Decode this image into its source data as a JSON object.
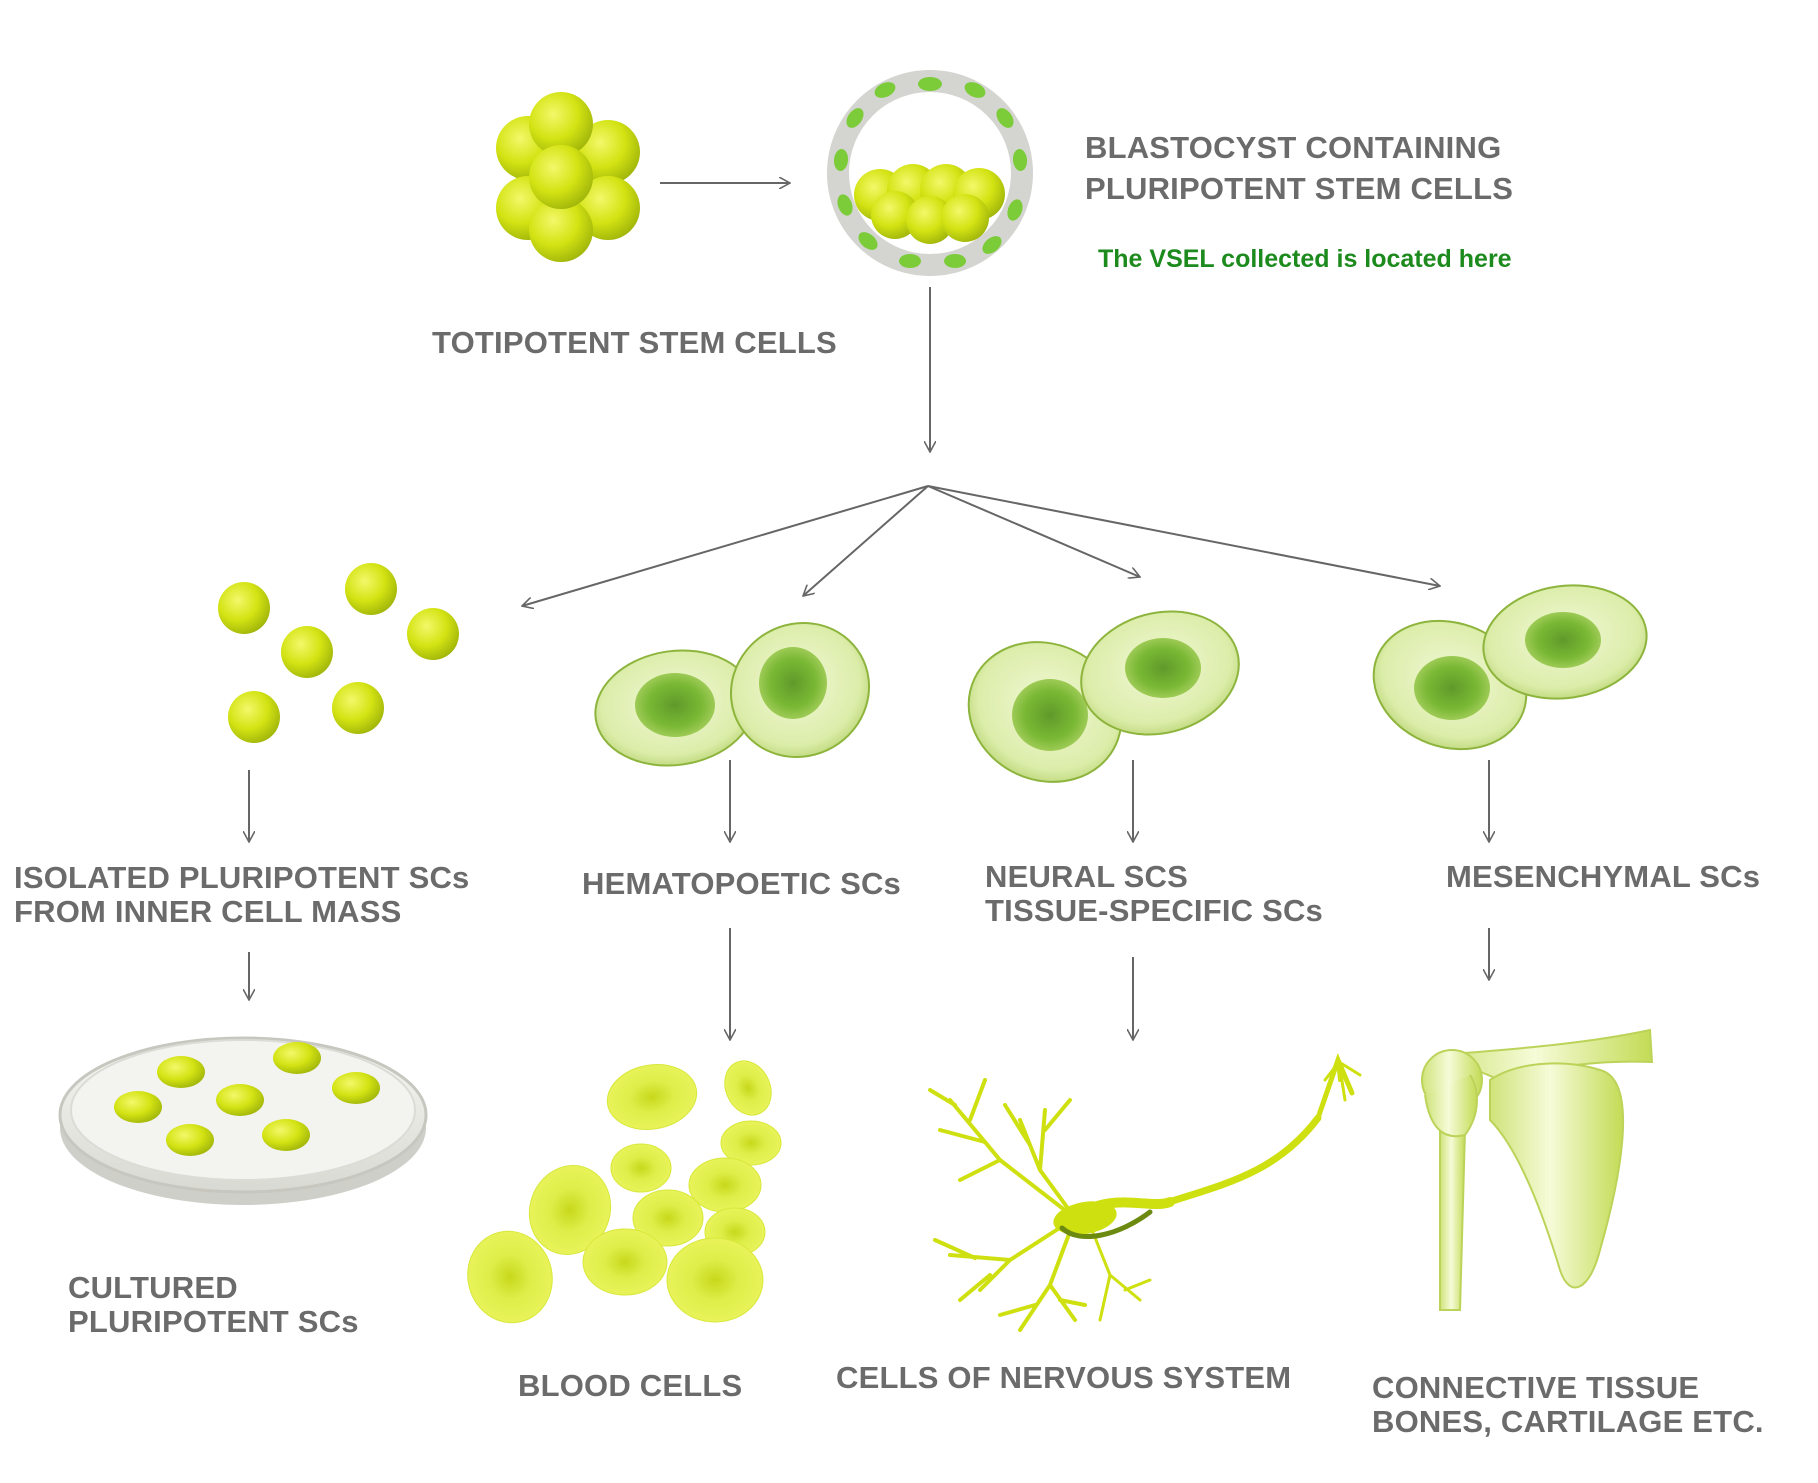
{
  "colors": {
    "cell_green": "#cfe010",
    "nucleus_green": "#58a82a",
    "arrow_gray": "#666666",
    "label_gray": "#6b6b6b",
    "note_green": "#1d8a1d"
  },
  "labels": {
    "totipotent": "TOTIPOTENT STEM CELLS",
    "blastocyst_line1": "BLASTOCYST CONTAINING",
    "blastocyst_line2": "PLURIPOTENT STEM CELLS",
    "vsel_note": "The VSEL collected is located here",
    "isolated_line1": "ISOLATED PLURIPOTENT SCs",
    "isolated_line2": "FROM INNER CELL MASS",
    "hematopoetic": "HEMATOPOETIC SCs",
    "neural_line1": "NEURAL SCS",
    "neural_line2": "TISSUE-SPECIFIC SCs",
    "mesenchymal": "MESENCHYMAL SCs",
    "cultured_line1": "CULTURED",
    "cultured_line2": "PLURIPOTENT SCs",
    "blood_cells": "BLOOD CELLS",
    "nervous_cells": "CELLS OF NERVOUS SYSTEM",
    "connective_line1": "CONNECTIVE TISSUE",
    "connective_line2": "BONES, CARTILAGE ETC."
  },
  "icons": [
    "morula-icon",
    "blastocyst-icon",
    "pluripotent-cells-icon",
    "hematopoietic-cells-icon",
    "neural-stem-cells-icon",
    "mesenchymal-cells-icon",
    "petri-dish-icon",
    "blood-cells-icon",
    "neuron-icon",
    "shoulder-bone-icon"
  ]
}
